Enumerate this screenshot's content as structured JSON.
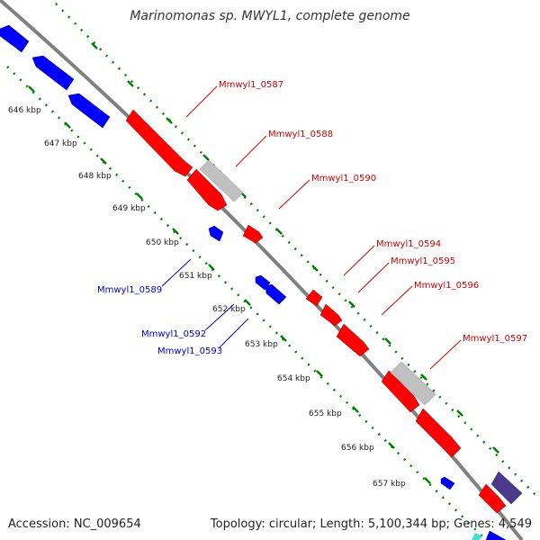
{
  "title": "Marinomonas sp. MWYL1, complete genome",
  "footer": {
    "accession": "Accession: NC_009654",
    "summary": "Topology: circular; Length: 5,100,344 bp; Genes: 4,549"
  },
  "colors": {
    "forward_gene": "#ff0000",
    "reverse_gene": "#0000ff",
    "pseudo_gene": "#c0c0c0",
    "other_gene": "#4b3a8c",
    "rna_gene": "#40e0d0",
    "backbone": "#808080",
    "tick_marks": "#008000",
    "forward_label": "#cc0000",
    "reverse_label": "#0000cc"
  },
  "ticks": [
    "646 kbp",
    "647 kbp",
    "648 kbp",
    "649 kbp",
    "650 kbp",
    "651 kbp",
    "652 kbp",
    "653 kbp",
    "654 kbp",
    "655 kbp",
    "656 kbp",
    "657 kbp"
  ],
  "forward_labels": [
    "Mmwyl1_0587",
    "Mmwyl1_0588",
    "Mmwyl1_0590",
    "Mmwyl1_0594",
    "Mmwyl1_0595",
    "Mmwyl1_0596",
    "Mmwyl1_0597"
  ],
  "reverse_labels": [
    "Mmwyl1_0589",
    "Mmwyl1_0592",
    "Mmwyl1_0593"
  ]
}
